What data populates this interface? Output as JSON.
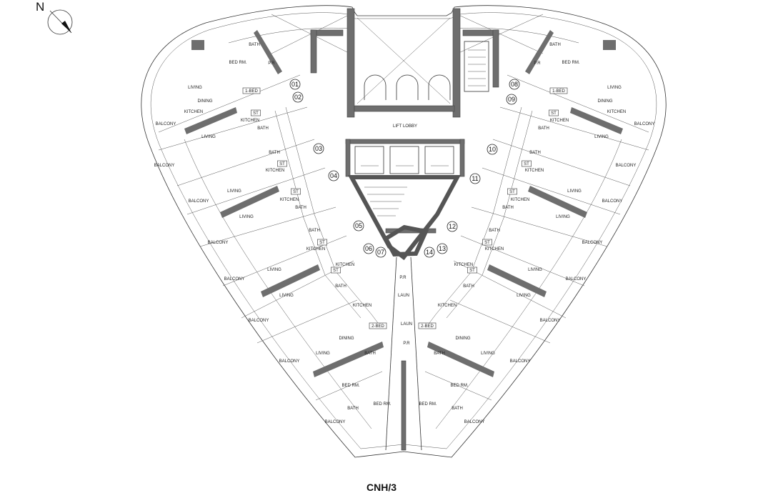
{
  "north_label": "N",
  "caption": "CNH/3",
  "lobby_label": "LIFT LOBBY",
  "units": [
    {
      "no": "01"
    },
    {
      "no": "02"
    },
    {
      "no": "03"
    },
    {
      "no": "04"
    },
    {
      "no": "05"
    },
    {
      "no": "06"
    },
    {
      "no": "07"
    },
    {
      "no": "08"
    },
    {
      "no": "09"
    },
    {
      "no": "10"
    },
    {
      "no": "11"
    },
    {
      "no": "12"
    },
    {
      "no": "13"
    },
    {
      "no": "14"
    }
  ],
  "labels": [
    {
      "t": "BATH"
    },
    {
      "t": "BED RM."
    },
    {
      "t": "P.R"
    },
    {
      "t": "LIVING"
    },
    {
      "t": "1-BED"
    },
    {
      "t": "DINING"
    },
    {
      "t": "KITCHEN"
    },
    {
      "t": "BALCONY"
    },
    {
      "t": "ST"
    },
    {
      "t": "KITCHEN"
    },
    {
      "t": "BATH"
    },
    {
      "t": "LIVING"
    },
    {
      "t": "BALCONY"
    },
    {
      "t": "BATH"
    },
    {
      "t": "ST"
    },
    {
      "t": "KITCHEN"
    },
    {
      "t": "LIVING"
    },
    {
      "t": "ST"
    },
    {
      "t": "KITCHEN"
    },
    {
      "t": "BATH"
    },
    {
      "t": "BALCONY"
    },
    {
      "t": "LIVING"
    },
    {
      "t": "BATH"
    },
    {
      "t": "ST"
    },
    {
      "t": "KITCHEN"
    },
    {
      "t": "BALCONY"
    },
    {
      "t": "LIVING"
    },
    {
      "t": "KITCHEN"
    },
    {
      "t": "ST"
    },
    {
      "t": "BALCONY"
    },
    {
      "t": "BATH"
    },
    {
      "t": "LIVING"
    },
    {
      "t": "KITCHEN"
    },
    {
      "t": "BALCONY"
    },
    {
      "t": "2-BED"
    },
    {
      "t": "DINING"
    },
    {
      "t": "LIVING"
    },
    {
      "t": "BATH"
    },
    {
      "t": "BALCONY"
    },
    {
      "t": "BED RM."
    },
    {
      "t": "BATH"
    },
    {
      "t": "BED RM."
    },
    {
      "t": "BALCONY"
    },
    {
      "t": "BATH"
    },
    {
      "t": "BED RM."
    },
    {
      "t": "P.R"
    },
    {
      "t": "LIVING"
    },
    {
      "t": "1-BED"
    },
    {
      "t": "DINING"
    },
    {
      "t": "KITCHEN"
    },
    {
      "t": "BALCONY"
    },
    {
      "t": "ST"
    },
    {
      "t": "KITCHEN"
    },
    {
      "t": "BATH"
    },
    {
      "t": "LIVING"
    },
    {
      "t": "BALCONY"
    },
    {
      "t": "BATH"
    },
    {
      "t": "ST"
    },
    {
      "t": "KITCHEN"
    },
    {
      "t": "LIVING"
    },
    {
      "t": "ST"
    },
    {
      "t": "KITCHEN"
    },
    {
      "t": "BATH"
    },
    {
      "t": "BALCONY"
    },
    {
      "t": "LIVING"
    },
    {
      "t": "BATH"
    },
    {
      "t": "ST"
    },
    {
      "t": "KITCHEN"
    },
    {
      "t": "BALCONY"
    },
    {
      "t": "LIVING"
    },
    {
      "t": "KITCHEN"
    },
    {
      "t": "ST"
    },
    {
      "t": "BALCONY"
    },
    {
      "t": "BATH"
    },
    {
      "t": "LIVING"
    },
    {
      "t": "KITCHEN"
    },
    {
      "t": "BALCONY"
    },
    {
      "t": "2-BED"
    },
    {
      "t": "DINING"
    },
    {
      "t": "LIVING"
    },
    {
      "t": "BATH"
    },
    {
      "t": "BALCONY"
    },
    {
      "t": "BED RM."
    },
    {
      "t": "BATH"
    },
    {
      "t": "BED RM."
    },
    {
      "t": "BALCONY"
    },
    {
      "t": "P.R"
    },
    {
      "t": "LAUN"
    },
    {
      "t": "LAUN"
    },
    {
      "t": "P.R"
    }
  ]
}
